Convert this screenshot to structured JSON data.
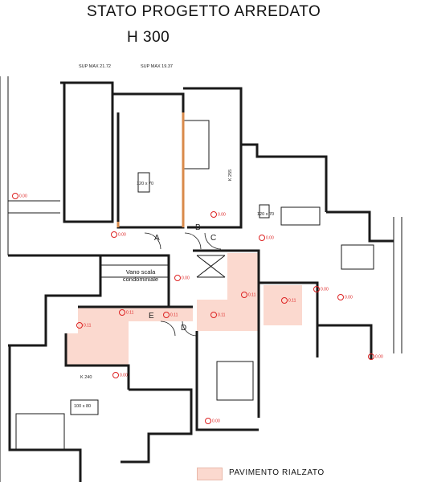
{
  "title": {
    "line1": "STATO PROGETTO ARREDATO",
    "line2": "H 300"
  },
  "top_labels": {
    "sup1": "SUP MAX 21.72",
    "sup2": "SUP MAX 19.37"
  },
  "doors": {
    "a": "A",
    "b": "B",
    "c": "C",
    "d": "D",
    "e": "E"
  },
  "rooms": {
    "stair": "Vano scala condominiale",
    "k255": "K 255",
    "k240": "K 240",
    "d120": "120 x 70",
    "d120b": "120 x 70",
    "d100": "100 x 80"
  },
  "level_marks": [
    "0.00",
    "0.00",
    "0.00",
    "0.00",
    "0.00",
    "0.00",
    "0.00",
    "0.11",
    "0.11",
    "0.11",
    "0.11",
    "0.11",
    "0.11",
    "0.00",
    "0.00",
    "0.00"
  ],
  "legend": {
    "label": "PAVIMENTO RIALZATO",
    "color": "#fbd9cf"
  },
  "colors": {
    "walls": "#1a1a1a",
    "raised": "#fbd9cf",
    "marks": "#dd2222"
  }
}
